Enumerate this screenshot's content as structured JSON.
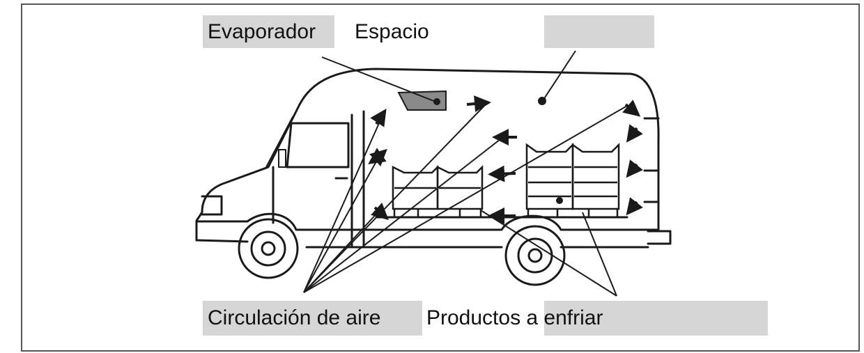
{
  "labels": {
    "evaporador": "Evaporador",
    "espacio": "Espacio",
    "circulacion": "Circulación de aire",
    "productos": "Productos a enfriar"
  },
  "colors": {
    "label_box": "#d6d6d6",
    "line": "#1a1a1a",
    "frame": "#555555"
  }
}
